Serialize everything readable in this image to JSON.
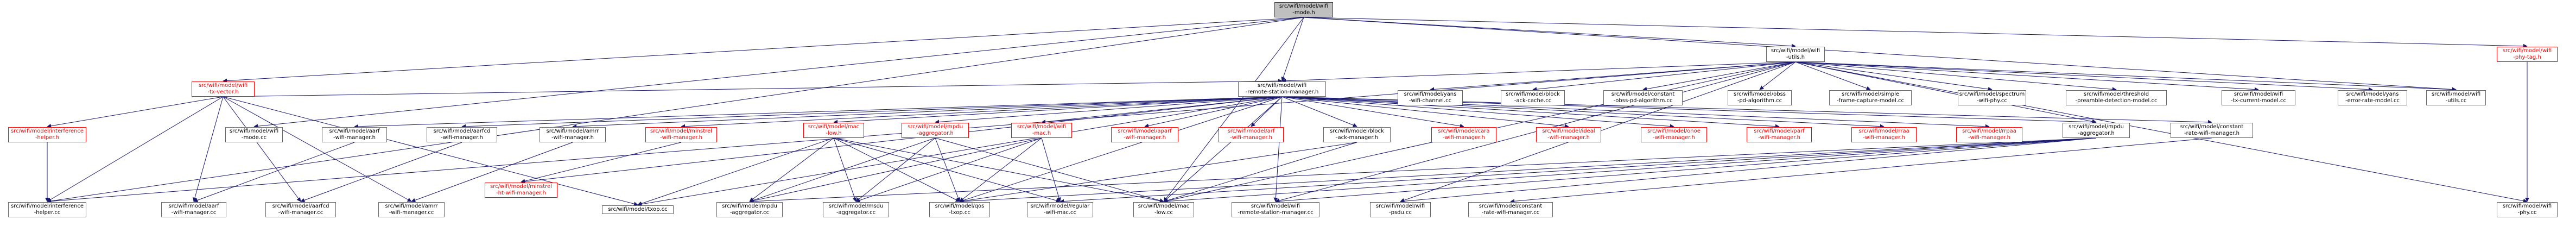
{
  "graph": {
    "arrow_color": "#191970",
    "root_fill": "#bfbfbf",
    "truncated_color": "#ff0000",
    "nodes": [
      {
        "id": "root",
        "lines": [
          "src/wifi/model/wifi",
          "-mode.h"
        ],
        "kind": "root"
      },
      {
        "id": "wifi_utils_h",
        "lines": [
          "src/wifi/model/wifi",
          "-utils.h"
        ],
        "kind": "normal"
      },
      {
        "id": "wifi_phy_tag_h",
        "lines": [
          "src/wifi/model/wifi",
          "-phy-tag.h"
        ],
        "kind": "truncated"
      },
      {
        "id": "wifi_tx_vector_h",
        "lines": [
          "src/wifi/model/wifi",
          "-tx-vector.h"
        ],
        "kind": "truncated"
      },
      {
        "id": "wifi_rsm_h",
        "lines": [
          "src/wifi/model/wifi",
          "-remote-station-manager.h"
        ],
        "kind": "normal"
      },
      {
        "id": "yans_wifi_channel_cc",
        "lines": [
          "src/wifi/model/yans",
          "-wifi-channel.cc"
        ],
        "kind": "normal"
      },
      {
        "id": "block_ack_cache_cc",
        "lines": [
          "src/wifi/model/block",
          "-ack-cache.cc"
        ],
        "kind": "normal"
      },
      {
        "id": "constant_obss_pd_cc",
        "lines": [
          "src/wifi/model/constant",
          "-obss-pd-algorithm.cc"
        ],
        "kind": "normal"
      },
      {
        "id": "obss_pd_cc",
        "lines": [
          "src/wifi/model/obss",
          "-pd-algorithm.cc"
        ],
        "kind": "normal"
      },
      {
        "id": "simple_frame_capture_cc",
        "lines": [
          "src/wifi/model/simple",
          "-frame-capture-model.cc"
        ],
        "kind": "normal"
      },
      {
        "id": "spectrum_wifi_phy_cc",
        "lines": [
          "src/wifi/model/spectrum",
          "-wifi-phy.cc"
        ],
        "kind": "normal"
      },
      {
        "id": "threshold_preamble_cc",
        "lines": [
          "src/wifi/model/threshold",
          "-preamble-detection-model.cc"
        ],
        "kind": "normal"
      },
      {
        "id": "wifi_tx_current_cc",
        "lines": [
          "src/wifi/model/wifi",
          "-tx-current-model.cc"
        ],
        "kind": "normal"
      },
      {
        "id": "yans_error_rate_cc",
        "lines": [
          "src/wifi/model/yans",
          "-error-rate-model.cc"
        ],
        "kind": "normal"
      },
      {
        "id": "wifi_utils_cc",
        "lines": [
          "src/wifi/model/wifi",
          "-utils.cc"
        ],
        "kind": "normal"
      },
      {
        "id": "interference_h",
        "lines": [
          "src/wifi/model/interference",
          "-helper.h"
        ],
        "kind": "truncated"
      },
      {
        "id": "wifi_mode_cc",
        "lines": [
          "src/wifi/model/wifi",
          "-mode.cc"
        ],
        "kind": "normal"
      },
      {
        "id": "aarf_h",
        "lines": [
          "src/wifi/model/aarf",
          "-wifi-manager.h"
        ],
        "kind": "normal"
      },
      {
        "id": "aarfcd_h",
        "lines": [
          "src/wifi/model/aarfcd",
          "-wifi-manager.h"
        ],
        "kind": "normal"
      },
      {
        "id": "amrr_h",
        "lines": [
          "src/wifi/model/amrr",
          "-wifi-manager.h"
        ],
        "kind": "normal"
      },
      {
        "id": "minstrel_h",
        "lines": [
          "src/wifi/model/minstrel",
          "-wifi-manager.h"
        ],
        "kind": "truncated"
      },
      {
        "id": "mac_low_h",
        "lines": [
          "src/wifi/model/mac",
          "-low.h"
        ],
        "kind": "truncated"
      },
      {
        "id": "mpdu_agg_h1",
        "lines": [
          "src/wifi/model/mpdu",
          "-aggregator.h"
        ],
        "kind": "truncated"
      },
      {
        "id": "wifi_mac_h",
        "lines": [
          "src/wifi/model/wifi",
          "-mac.h"
        ],
        "kind": "truncated"
      },
      {
        "id": "aparf_h",
        "lines": [
          "src/wifi/model/aparf",
          "-wifi-manager.h"
        ],
        "kind": "truncated"
      },
      {
        "id": "arf_h",
        "lines": [
          "src/wifi/model/arf",
          "-wifi-manager.h"
        ],
        "kind": "truncated"
      },
      {
        "id": "block_ack_manager_h",
        "lines": [
          "src/wifi/model/block",
          "-ack-manager.h"
        ],
        "kind": "normal"
      },
      {
        "id": "cara_h",
        "lines": [
          "src/wifi/model/cara",
          "-wifi-manager.h"
        ],
        "kind": "truncated"
      },
      {
        "id": "ideal_h",
        "lines": [
          "src/wifi/model/ideal",
          "-wifi-manager.h"
        ],
        "kind": "truncated"
      },
      {
        "id": "onoe_h",
        "lines": [
          "src/wifi/model/onoe",
          "-wifi-manager.h"
        ],
        "kind": "truncated"
      },
      {
        "id": "parf_h",
        "lines": [
          "src/wifi/model/parf",
          "-wifi-manager.h"
        ],
        "kind": "truncated"
      },
      {
        "id": "rraa_h",
        "lines": [
          "src/wifi/model/rraa",
          "-wifi-manager.h"
        ],
        "kind": "truncated"
      },
      {
        "id": "rrpaa_h",
        "lines": [
          "src/wifi/model/rrpaa",
          "-wifi-manager.h"
        ],
        "kind": "truncated"
      },
      {
        "id": "mpdu_agg_h2",
        "lines": [
          "src/wifi/model/mpdu",
          "-aggregator.h"
        ],
        "kind": "normal"
      },
      {
        "id": "constant_rate_h",
        "lines": [
          "src/wifi/model/constant",
          "-rate-wifi-manager.h"
        ],
        "kind": "normal"
      },
      {
        "id": "interference_cc",
        "lines": [
          "src/wifi/model/interference",
          "-helper.cc"
        ],
        "kind": "normal"
      },
      {
        "id": "aarf_cc",
        "lines": [
          "src/wifi/model/aarf",
          "-wifi-manager.cc"
        ],
        "kind": "normal"
      },
      {
        "id": "aarfcd_cc",
        "lines": [
          "src/wifi/model/aarfcd",
          "-wifi-manager.cc"
        ],
        "kind": "normal"
      },
      {
        "id": "amrr_cc",
        "lines": [
          "src/wifi/model/amrr",
          "-wifi-manager.cc"
        ],
        "kind": "normal"
      },
      {
        "id": "minstrel_ht_h",
        "lines": [
          "src/wifi/model/minstrel",
          "-ht-wifi-manager.h"
        ],
        "kind": "truncated"
      },
      {
        "id": "txop_cc",
        "lines": [
          "src/wifi/model/txop.cc"
        ],
        "kind": "normal"
      },
      {
        "id": "mpdu_agg_cc_a",
        "lines": [
          "src/wifi/model/mpdu",
          "-aggregator.cc"
        ],
        "kind": "normal"
      },
      {
        "id": "msdu_agg_cc",
        "lines": [
          "src/wifi/model/msdu",
          "-aggregator.cc"
        ],
        "kind": "normal"
      },
      {
        "id": "qos_txop_cc",
        "lines": [
          "src/wifi/model/qos",
          "-txop.cc"
        ],
        "kind": "normal"
      },
      {
        "id": "regular_mac_cc",
        "lines": [
          "src/wifi/model/regular",
          "-wifi-mac.cc"
        ],
        "kind": "normal"
      },
      {
        "id": "mac_low_cc",
        "lines": [
          "src/wifi/model/mac",
          "-low.cc"
        ],
        "kind": "normal"
      },
      {
        "id": "wifi_rsm_cc",
        "lines": [
          "src/wifi/model/wifi",
          "-remote-station-manager.cc"
        ],
        "kind": "normal"
      },
      {
        "id": "wifi_psdu_cc",
        "lines": [
          "src/wifi/model/wifi",
          "-psdu.cc"
        ],
        "kind": "normal"
      },
      {
        "id": "constant_rate_cc",
        "lines": [
          "src/wifi/model/constant",
          "-rate-wifi-manager.cc"
        ],
        "kind": "normal"
      },
      {
        "id": "wifi_phy_cc",
        "lines": [
          "src/wifi/model/wifi",
          "-phy.cc"
        ],
        "kind": "normal"
      }
    ],
    "edges": [
      [
        "root",
        "wifi_utils_h"
      ],
      [
        "root",
        "wifi_phy_tag_h"
      ],
      [
        "root",
        "wifi_tx_vector_h"
      ],
      [
        "root",
        "wifi_rsm_h"
      ],
      [
        "root",
        "wifi_mode_cc"
      ],
      [
        "root",
        "mac_low_cc"
      ],
      [
        "root",
        "interference_cc"
      ],
      [
        "root",
        "wifi_utils_cc"
      ],
      [
        "wifi_utils_h",
        "yans_wifi_channel_cc"
      ],
      [
        "wifi_utils_h",
        "block_ack_cache_cc"
      ],
      [
        "wifi_utils_h",
        "constant_obss_pd_cc"
      ],
      [
        "wifi_utils_h",
        "obss_pd_cc"
      ],
      [
        "wifi_utils_h",
        "simple_frame_capture_cc"
      ],
      [
        "wifi_utils_h",
        "spectrum_wifi_phy_cc"
      ],
      [
        "wifi_utils_h",
        "threshold_preamble_cc"
      ],
      [
        "wifi_utils_h",
        "wifi_tx_current_cc"
      ],
      [
        "wifi_utils_h",
        "yans_error_rate_cc"
      ],
      [
        "wifi_utils_h",
        "wifi_utils_cc"
      ],
      [
        "wifi_utils_h",
        "wifi_rsm_h"
      ],
      [
        "wifi_utils_h",
        "mpdu_agg_h2"
      ],
      [
        "wifi_utils_h",
        "mac_low_cc"
      ],
      [
        "wifi_utils_h",
        "wifi_rsm_cc"
      ],
      [
        "wifi_utils_h",
        "wifi_psdu_cc"
      ],
      [
        "wifi_utils_h",
        "wifi_phy_cc"
      ],
      [
        "wifi_utils_h",
        "interference_cc"
      ],
      [
        "wifi_phy_tag_h",
        "wifi_phy_cc"
      ],
      [
        "wifi_tx_vector_h",
        "interference_h"
      ],
      [
        "wifi_tx_vector_h",
        "wifi_rsm_h"
      ],
      [
        "wifi_tx_vector_h",
        "aarf_cc"
      ],
      [
        "wifi_tx_vector_h",
        "aarfcd_cc"
      ],
      [
        "wifi_tx_vector_h",
        "amrr_cc"
      ],
      [
        "wifi_tx_vector_h",
        "interference_cc"
      ],
      [
        "wifi_tx_vector_h",
        "txop_cc"
      ],
      [
        "interference_h",
        "interference_cc"
      ],
      [
        "wifi_rsm_h",
        "aarf_h"
      ],
      [
        "wifi_rsm_h",
        "aarfcd_h"
      ],
      [
        "wifi_rsm_h",
        "amrr_h"
      ],
      [
        "wifi_rsm_h",
        "minstrel_h"
      ],
      [
        "wifi_rsm_h",
        "mac_low_h"
      ],
      [
        "wifi_rsm_h",
        "mpdu_agg_h1"
      ],
      [
        "wifi_rsm_h",
        "wifi_mac_h"
      ],
      [
        "wifi_rsm_h",
        "aparf_h"
      ],
      [
        "wifi_rsm_h",
        "arf_h"
      ],
      [
        "wifi_rsm_h",
        "block_ack_manager_h"
      ],
      [
        "wifi_rsm_h",
        "cara_h"
      ],
      [
        "wifi_rsm_h",
        "ideal_h"
      ],
      [
        "wifi_rsm_h",
        "onoe_h"
      ],
      [
        "wifi_rsm_h",
        "parf_h"
      ],
      [
        "wifi_rsm_h",
        "rraa_h"
      ],
      [
        "wifi_rsm_h",
        "rrpaa_h"
      ],
      [
        "wifi_rsm_h",
        "mpdu_agg_h2"
      ],
      [
        "wifi_rsm_h",
        "constant_rate_h"
      ],
      [
        "wifi_rsm_h",
        "wifi_rsm_cc"
      ],
      [
        "wifi_rsm_h",
        "minstrel_ht_h"
      ],
      [
        "wifi_rsm_h",
        "txop_cc"
      ],
      [
        "wifi_rsm_h",
        "qos_txop_cc"
      ],
      [
        "wifi_rsm_h",
        "mac_low_cc"
      ],
      [
        "aarf_h",
        "aarf_cc"
      ],
      [
        "aarfcd_h",
        "aarfcd_cc"
      ],
      [
        "amrr_h",
        "amrr_cc"
      ],
      [
        "minstrel_h",
        "minstrel_ht_h"
      ],
      [
        "mac_low_h",
        "txop_cc"
      ],
      [
        "mac_low_h",
        "mpdu_agg_cc_a"
      ],
      [
        "mac_low_h",
        "msdu_agg_cc"
      ],
      [
        "mac_low_h",
        "qos_txop_cc"
      ],
      [
        "mac_low_h",
        "regular_mac_cc"
      ],
      [
        "mac_low_h",
        "mac_low_cc"
      ],
      [
        "mpdu_agg_h1",
        "mpdu_agg_cc_a"
      ],
      [
        "mpdu_agg_h1",
        "msdu_agg_cc"
      ],
      [
        "mpdu_agg_h1",
        "qos_txop_cc"
      ],
      [
        "mpdu_agg_h1",
        "mac_low_cc"
      ],
      [
        "wifi_mac_h",
        "mpdu_agg_cc_a"
      ],
      [
        "wifi_mac_h",
        "msdu_agg_cc"
      ],
      [
        "wifi_mac_h",
        "regular_mac_cc"
      ],
      [
        "wifi_mac_h",
        "qos_txop_cc"
      ],
      [
        "mpdu_agg_h2",
        "mpdu_agg_cc_a"
      ],
      [
        "mpdu_agg_h2",
        "qos_txop_cc"
      ],
      [
        "mpdu_agg_h2",
        "regular_mac_cc"
      ],
      [
        "mpdu_agg_h2",
        "mac_low_cc"
      ],
      [
        "mpdu_agg_h2",
        "wifi_rsm_cc"
      ],
      [
        "mpdu_agg_h2",
        "wifi_psdu_cc"
      ],
      [
        "constant_rate_h",
        "constant_rate_cc"
      ],
      [
        "block_ack_manager_h",
        "qos_txop_cc"
      ],
      [
        "block_ack_manager_h",
        "mac_low_cc"
      ]
    ]
  }
}
